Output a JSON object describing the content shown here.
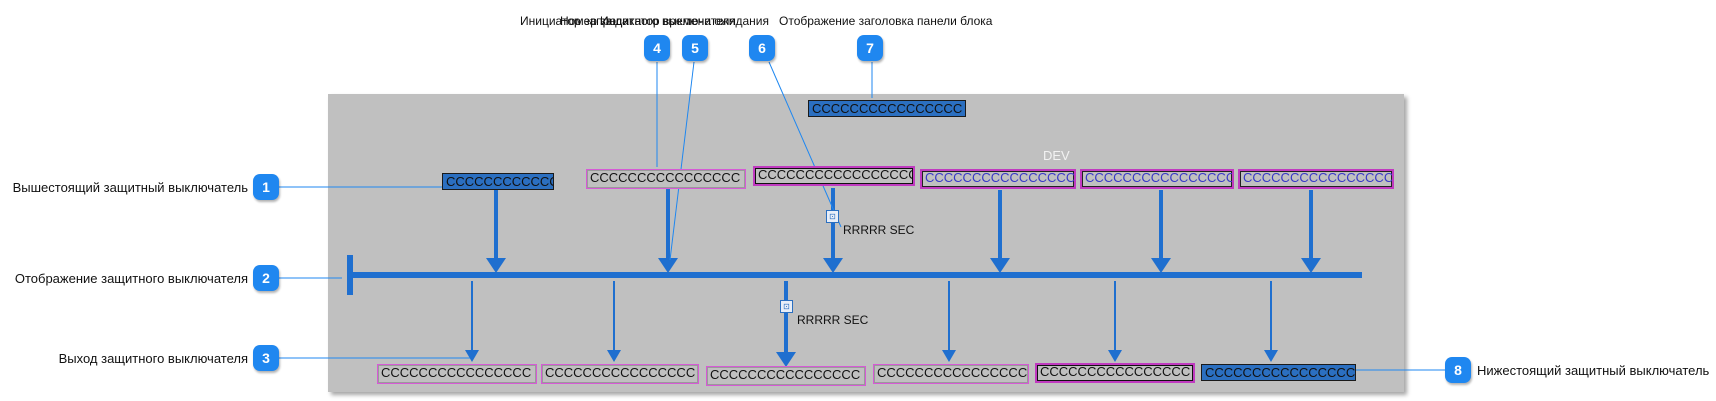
{
  "callouts": {
    "c1": {
      "num": "1",
      "text": "Вышестоящий защитный выключатель"
    },
    "c2": {
      "num": "2",
      "text": "Отображение защитного выключателя"
    },
    "c3": {
      "num": "3",
      "text": "Выход защитного выключателя"
    },
    "c4": {
      "num": "4"
    },
    "c5": {
      "num": "5"
    },
    "c6": {
      "num": "6"
    },
    "c7": {
      "num": "7"
    },
    "c8": {
      "num": "8",
      "text": "Нижестоящий защитный выключатель"
    },
    "top_overlap": [
      "Инициатор запроса",
      "Номер защитного выключателя",
      "Индикатор времени ожидания",
      "Отображение заголовка панели блока"
    ]
  },
  "diagram": {
    "header_box": "CCCCCCCCCCCCCCCC",
    "upstream_box": "CCCCCCCCCCCC",
    "dev_label": "DEV",
    "time_label_1": "RRRRR SEC",
    "time_label_2": "RRRRR SEC",
    "top_boxes": [
      "CCCCCCCCCCCCCCCC",
      "CCCCCCCCCCCCCCCCC",
      "CCCCCCCCCCCCCCCC",
      "CCCCCCCCCCCCCCCC",
      "CCCCCCCCCCCCCCCC"
    ],
    "bottom_boxes": [
      "CCCCCCCCCCCCCCCC",
      "CCCCCCCCCCCCCCCC",
      "CCCCCCCCCCCCCCCC",
      "CCCCCCCCCCCCCCCC",
      "CCCCCCCCCCCCCCCC",
      "CCCCCCCCCCCCCCCC"
    ]
  },
  "colors": {
    "accent": "#1f87f0",
    "line": "#1f6fcf",
    "panel": "#c0c0c0",
    "box_border": "#c03ac0"
  }
}
